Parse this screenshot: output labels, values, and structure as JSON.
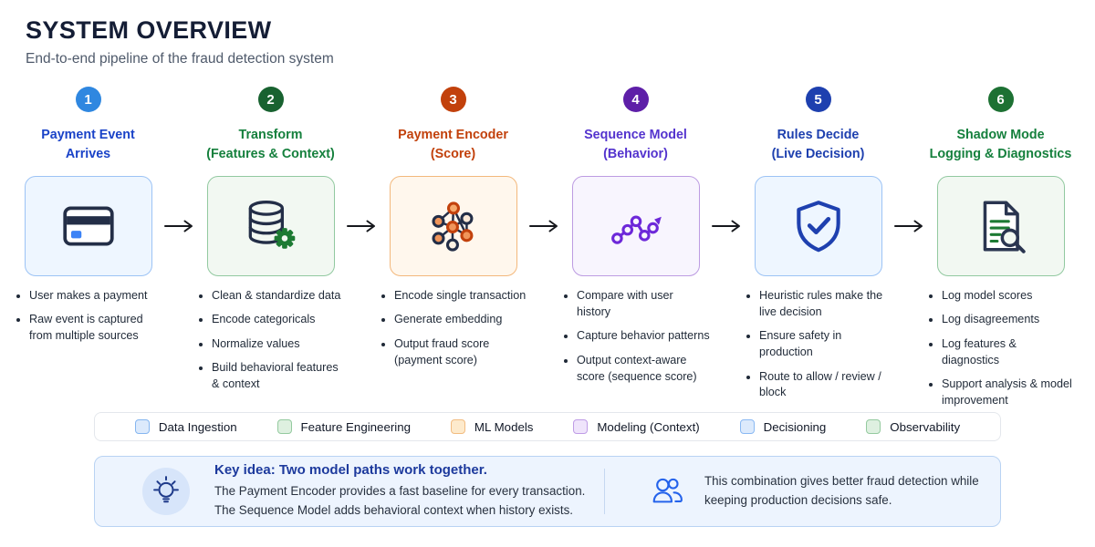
{
  "header": {
    "title": "SYSTEM OVERVIEW",
    "subtitle": "End-to-end pipeline of the fraud detection system"
  },
  "stages": [
    {
      "badge": "1",
      "title_line1": "Payment Event",
      "title_line2": "Arrives",
      "icon": "credit-card-icon",
      "colors": {
        "badge": "#2f87e0",
        "title": "#1a43c8",
        "card_bg": "#eef6ff",
        "card_border": "#9cc3f5"
      },
      "bullets": [
        "User makes a payment",
        "Raw event is captured from multiple sources"
      ]
    },
    {
      "badge": "2",
      "title_line1": "Transform",
      "title_line2": "(Features & Context)",
      "icon": "database-gear-icon",
      "colors": {
        "badge": "#186230",
        "title": "#15803d",
        "card_bg": "#f2f8f2",
        "card_border": "#92c9a0"
      },
      "bullets": [
        "Clean & standardize data",
        "Encode categoricals",
        "Normalize values",
        "Build behavioral features & context"
      ]
    },
    {
      "badge": "3",
      "title_line1": "Payment Encoder",
      "title_line2": "(Score)",
      "icon": "network-icon",
      "colors": {
        "badge": "#c2410c",
        "title": "#c2410c",
        "card_bg": "#fff7ed",
        "card_border": "#f3b87c"
      },
      "bullets": [
        "Encode single transaction",
        "Generate embedding",
        "Output fraud score (payment score)"
      ]
    },
    {
      "badge": "4",
      "title_line1": "Sequence Model",
      "title_line2": "(Behavior)",
      "icon": "trend-chart-icon",
      "colors": {
        "badge": "#5e1fa8",
        "title": "#5434ce",
        "card_bg": "#f8f5fe",
        "card_border": "#bd9ce2"
      },
      "bullets": [
        "Compare with user history",
        "Capture behavior patterns",
        "Output context-aware score (sequence score)"
      ]
    },
    {
      "badge": "5",
      "title_line1": "Rules Decide",
      "title_line2": "(Live Decision)",
      "icon": "shield-check-icon",
      "colors": {
        "badge": "#1e40af",
        "title": "#1e40af",
        "card_bg": "#eef6ff",
        "card_border": "#9cc3f5"
      },
      "bullets": [
        "Heuristic rules make the live decision",
        "Ensure safety in production",
        "Route to allow / review / block"
      ]
    },
    {
      "badge": "6",
      "title_line1": "Shadow Mode",
      "title_line2": "Logging & Diagnostics",
      "icon": "document-search-icon",
      "colors": {
        "badge": "#1d7133",
        "title": "#15803d",
        "card_bg": "#f2f8f2",
        "card_border": "#92c9a0"
      },
      "bullets": [
        "Log model scores",
        "Log disagreements",
        "Log features & diagnostics",
        "Support analysis & model improvement"
      ]
    }
  ],
  "legend": {
    "items": [
      {
        "label": "Data Ingestion",
        "fill": "#dceafc",
        "border": "#85b6f0"
      },
      {
        "label": "Feature Engineering",
        "fill": "#def0e0",
        "border": "#94ca9f"
      },
      {
        "label": "ML Models",
        "fill": "#fdeacc",
        "border": "#f2bc80"
      },
      {
        "label": "Modeling (Context)",
        "fill": "#efe4fb",
        "border": "#bf9ce6"
      },
      {
        "label": "Decisioning",
        "fill": "#dceafc",
        "border": "#8ab9f3"
      },
      {
        "label": "Observability",
        "fill": "#def0e0",
        "border": "#94ca9f"
      }
    ]
  },
  "key_idea": {
    "heading": "Key idea: Two model paths work together.",
    "line1": "The Payment Encoder provides a fast baseline for every transaction.",
    "line2": "The Sequence Model adds behavioral context when history exists.",
    "right_line1": "This combination gives better fraud detection while",
    "right_line2": "keeping production decisions safe.",
    "left_icon": "lightbulb-icon",
    "right_icon": "people-icon"
  }
}
